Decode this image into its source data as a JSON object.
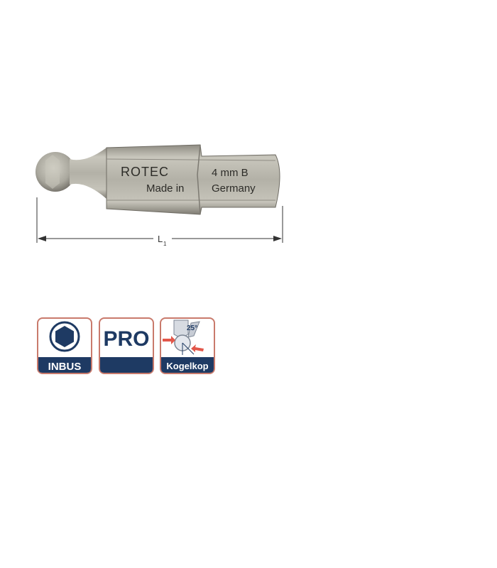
{
  "product": {
    "brand": "ROTEC",
    "size_label": "4 mm B",
    "origin_left": "Made in",
    "origin_right": "Germany",
    "dimension_label": "L",
    "dimension_subscript": "1"
  },
  "icons": [
    {
      "name": "hex-icon",
      "label": "INBUS"
    },
    {
      "name": "pro-icon",
      "text": "PRO",
      "label": ""
    },
    {
      "name": "ball-head-icon",
      "angle": "25°",
      "label": "Kogelkop"
    }
  ],
  "colors": {
    "navy": "#1e3a63",
    "frame": "#c97a6c",
    "arrow": "#e2574a",
    "steel": "#a8a69c"
  }
}
